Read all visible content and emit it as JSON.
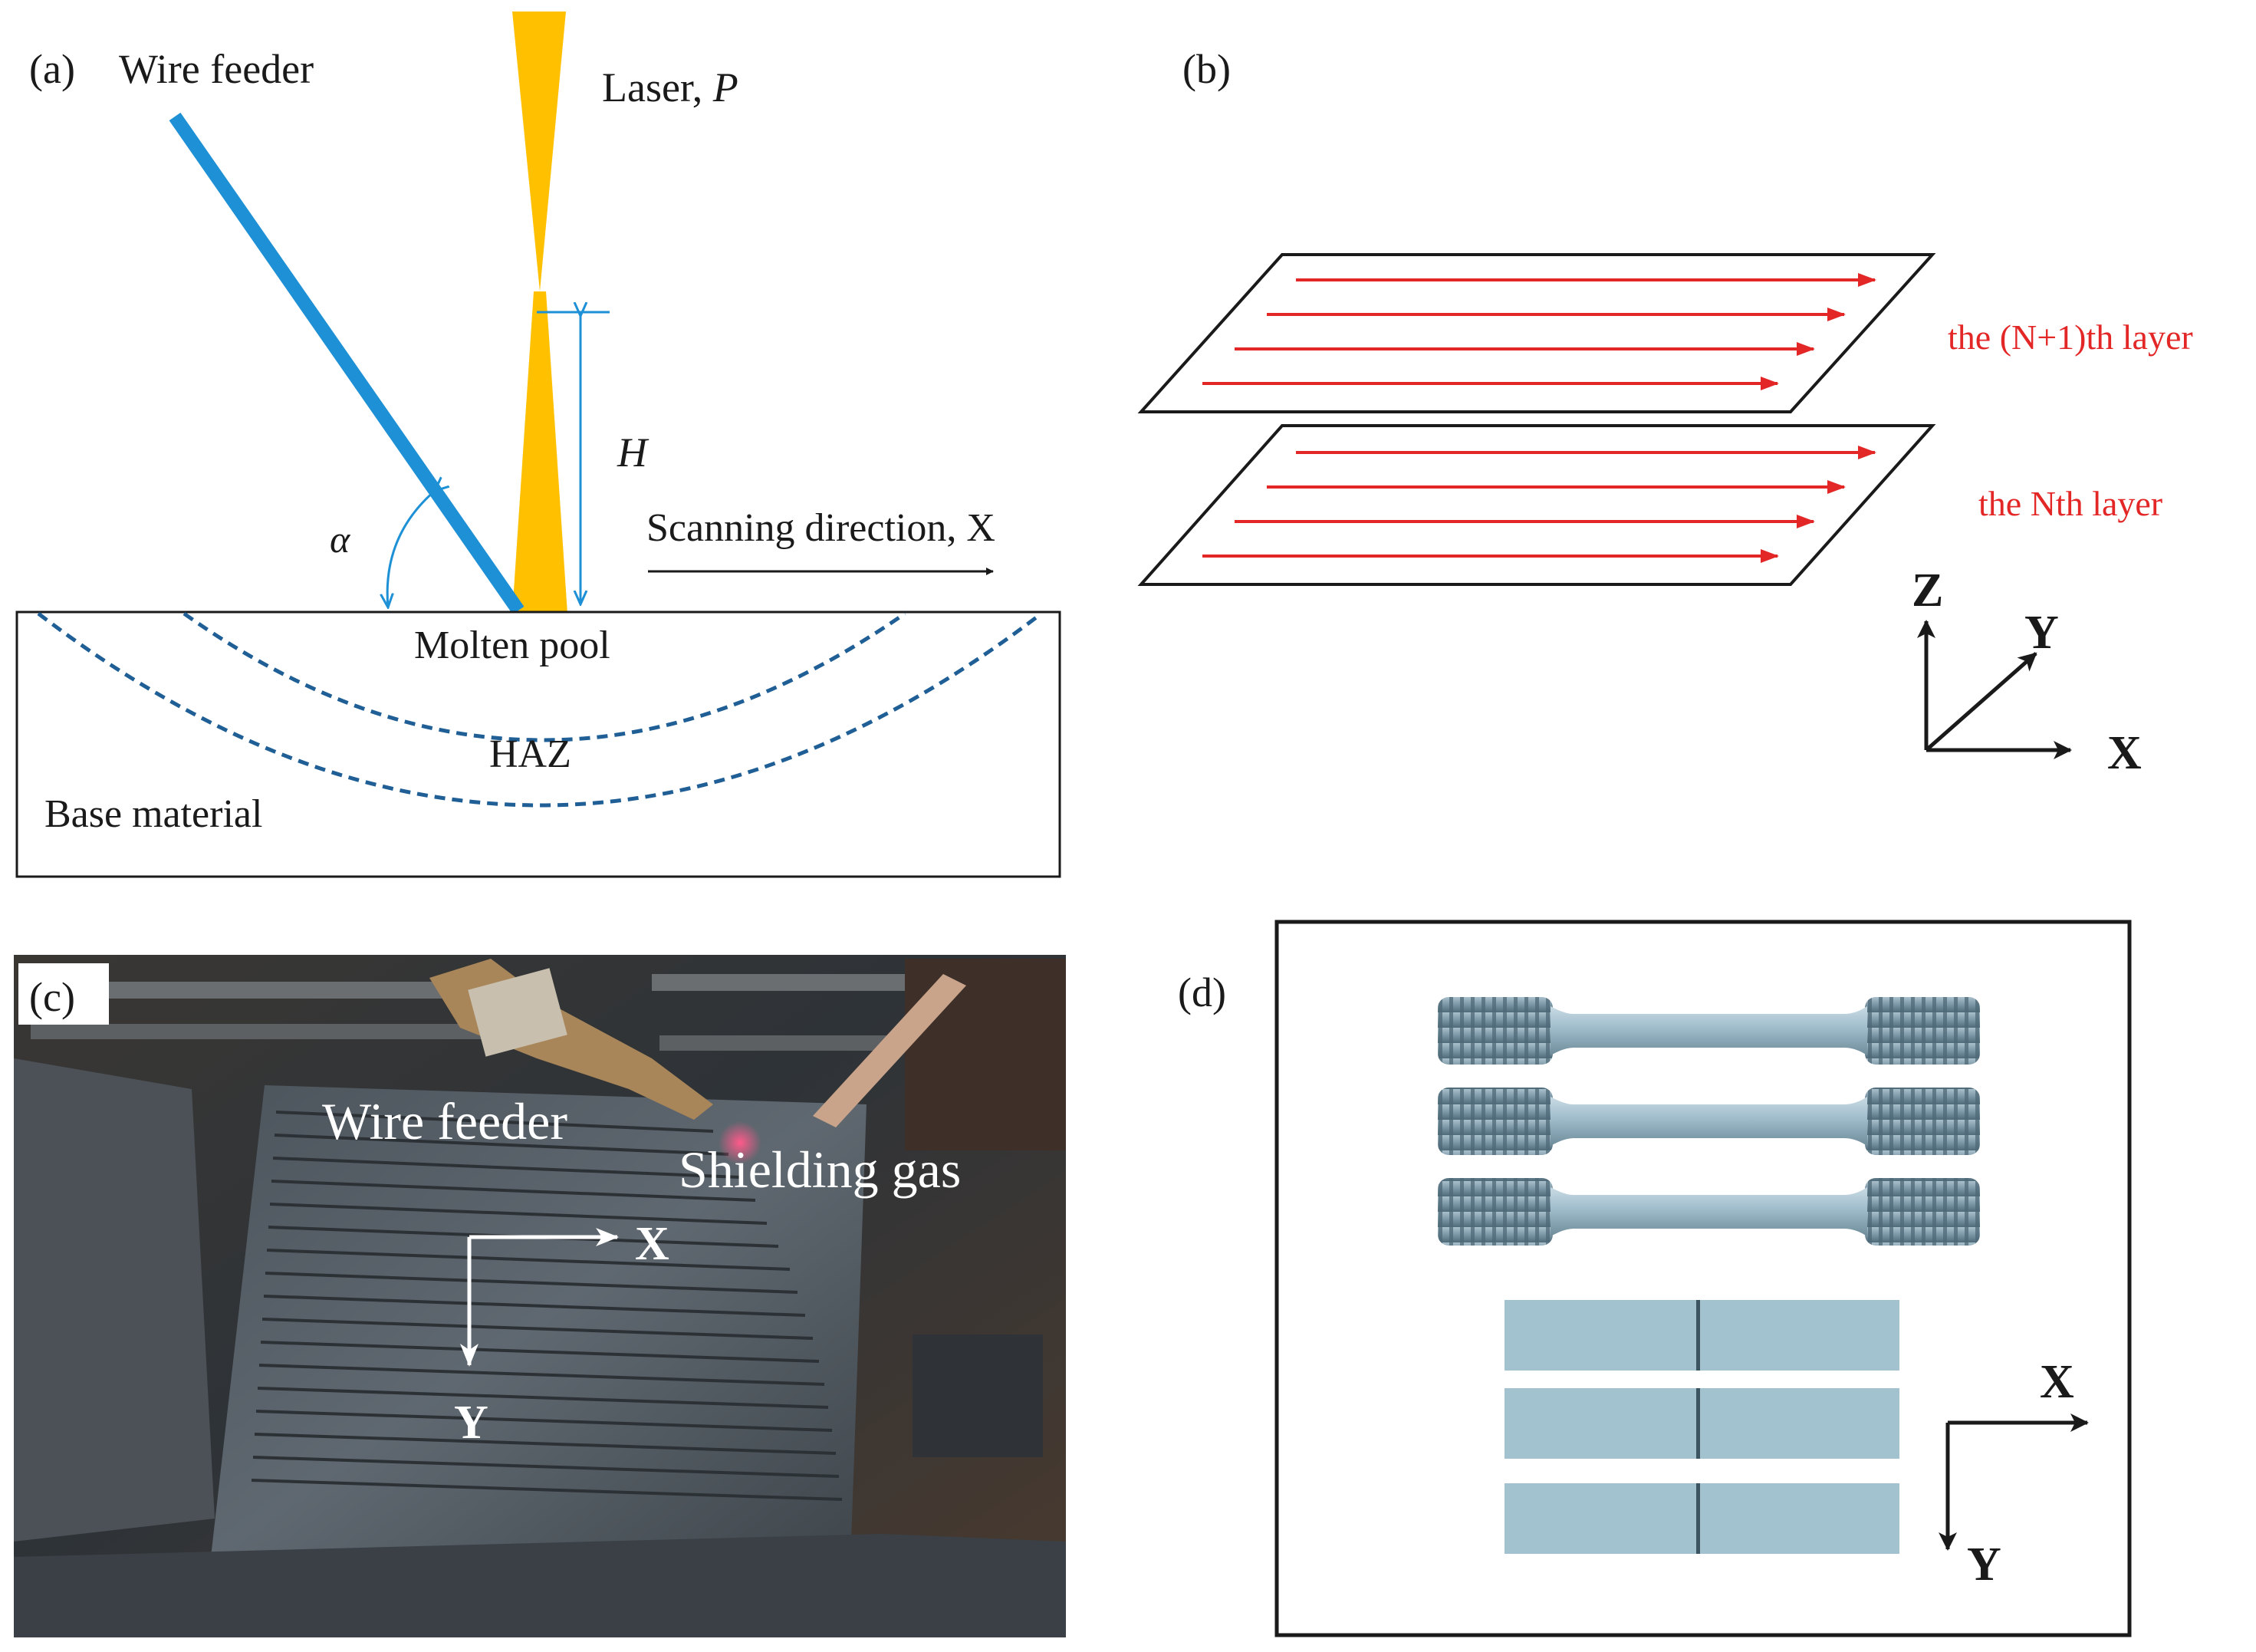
{
  "panel_a": {
    "tag": "(a)",
    "wire_feeder": "Wire feeder",
    "laser_text": "Laser,",
    "laser_var": "P",
    "height_var": "H",
    "angle_var": "α",
    "scan_dir": "Scanning direction, X",
    "molten_pool": "Molten pool",
    "haz": "HAZ",
    "base_material": "Base material"
  },
  "panel_b": {
    "tag": "(b)",
    "upper_layer": "the (N+1)th layer",
    "lower_layer": "the Nth layer",
    "axis_z": "Z",
    "axis_y": "Y",
    "axis_x": "X"
  },
  "panel_c": {
    "tag": "(c)",
    "wire_feeder": "Wire feeder",
    "shielding_gas": "Shielding gas",
    "axis_x": "X",
    "axis_y": "Y"
  },
  "panel_d": {
    "tag": "(d)",
    "axis_x": "X",
    "axis_y": "Y"
  },
  "colors": {
    "wire": "#1e90d6",
    "laser": "#ffc000",
    "dashed": "#1f5f96",
    "scan_arrows": "#e32626",
    "specimen": "#a3c2d0"
  }
}
